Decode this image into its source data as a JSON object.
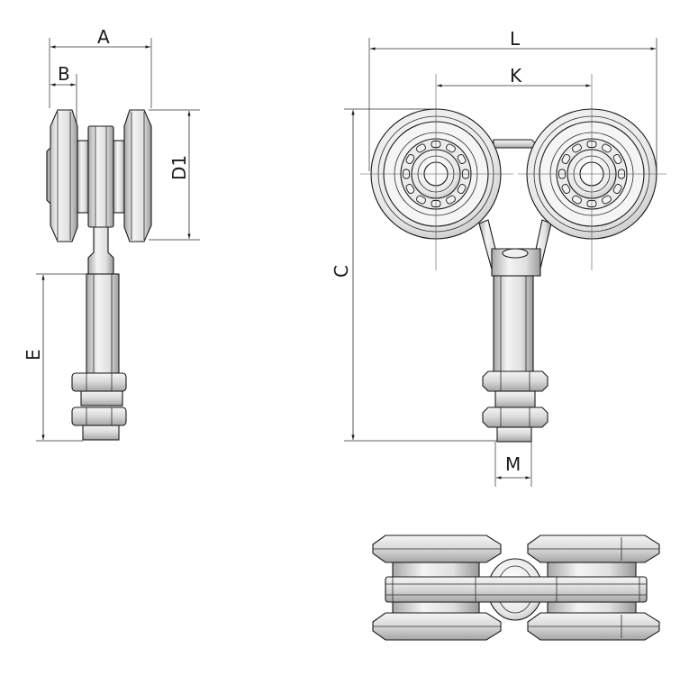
{
  "figure": {
    "dimension_labels": {
      "A": "A",
      "B": "B",
      "D1": "D1",
      "E": "E",
      "L": "L",
      "K": "K",
      "C": "C",
      "M": "M"
    },
    "colors": {
      "line": "#1a1a1a",
      "metal_light": "#f2f2f2",
      "metal_mid": "#d6d6d6",
      "metal_dark": "#9a9a9a"
    }
  }
}
